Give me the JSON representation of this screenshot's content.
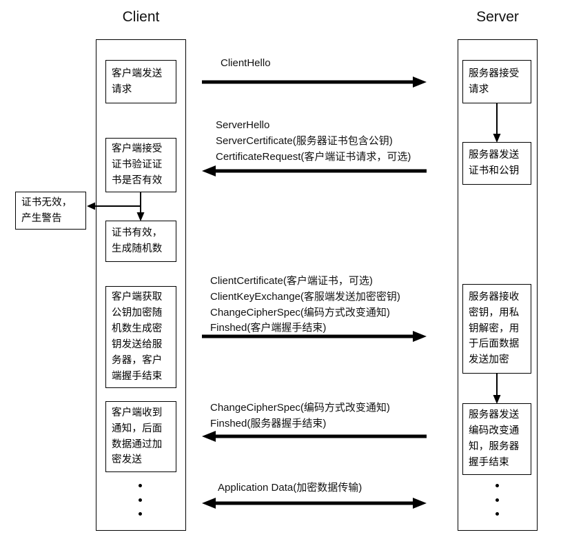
{
  "diagram": {
    "title_client": "Client",
    "title_server": "Server",
    "line_color": "#000000",
    "background": "#ffffff"
  },
  "client": {
    "nodes": [
      {
        "id": "client-send-request",
        "text": "客户端发送\n请求"
      },
      {
        "id": "client-verify-cert",
        "text": "客户端接受\n证书验证证\n书是否有效"
      },
      {
        "id": "client-cert-valid",
        "text": "证书有效，\n生成随机数"
      },
      {
        "id": "client-encrypt-key",
        "text": "客户端获取\n公钥加密随\n机数生成密\n钥发送给服\n务器，客户\n端握手结束"
      },
      {
        "id": "client-got-notice",
        "text": "客户端收到\n通知，后面\n数据通过加\n密发送"
      }
    ],
    "ellipsis": "⋮"
  },
  "alert": {
    "id": "cert-invalid-alert",
    "text": "证书无效，\n产生警告"
  },
  "server": {
    "nodes": [
      {
        "id": "server-accept-request",
        "text": "服务器接受\n请求"
      },
      {
        "id": "server-send-cert",
        "text": "服务器发送\n证书和公钥"
      },
      {
        "id": "server-decrypt-key",
        "text": "服务器接收\n密钥，用私\n钥解密，用\n于后面数据\n发送加密"
      },
      {
        "id": "server-change-cipher",
        "text": "服务器发送\n编码改变通\n知，服务器\n握手结束"
      }
    ],
    "ellipsis": "⋮"
  },
  "messages": [
    {
      "id": "msg-client-hello",
      "direction": "right",
      "text": "ClientHello"
    },
    {
      "id": "msg-server-hello",
      "direction": "left",
      "text": "ServerHello\nServerCertificate(服务器证书包含公钥)\nCertificateRequest(客户端证书请求，可选)"
    },
    {
      "id": "msg-client-key-exchange",
      "direction": "right",
      "text": "ClientCertificate(客户端证书，可选)\nClientKeyExchange(客服端发送加密密钥)\nChangeCipherSpec(编码方式改变通知)\nFinshed(客户端握手结束)"
    },
    {
      "id": "msg-server-change-cipher",
      "direction": "left",
      "text": "ChangeCipherSpec(编码方式改变通知)\nFinshed(服务器握手结束)"
    },
    {
      "id": "msg-application-data",
      "direction": "both",
      "text": "Application Data(加密数据传输)"
    }
  ]
}
